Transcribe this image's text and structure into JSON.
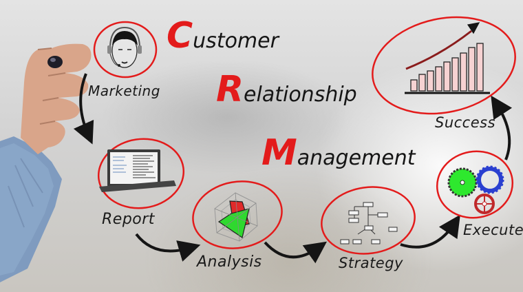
{
  "title": {
    "line1": {
      "initial": "C",
      "rest": "ustomer"
    },
    "line2": {
      "initial": "R",
      "rest": "elationship"
    },
    "line3": {
      "initial": "M",
      "rest": "anagement"
    }
  },
  "steps": [
    {
      "id": "marketing",
      "label": "Marketing",
      "icon": "headset-person-icon"
    },
    {
      "id": "report",
      "label": "Report",
      "icon": "laptop-icon"
    },
    {
      "id": "analysis",
      "label": "Analysis",
      "icon": "radar-chart-icon"
    },
    {
      "id": "strategy",
      "label": "Strategy",
      "icon": "org-chart-icon"
    },
    {
      "id": "execute",
      "label": "Execute",
      "icon": "gears-icon"
    },
    {
      "id": "success",
      "label": "Success",
      "icon": "growth-bar-chart-icon"
    }
  ],
  "colors": {
    "accent_red": "#e31b1b",
    "ink": "#151515",
    "gear_green": "#2ee82e",
    "gear_blue": "#2a3fd0",
    "gear_red": "#c0282a",
    "radar_red": "#e02a2a",
    "radar_green": "#2fd82f"
  }
}
